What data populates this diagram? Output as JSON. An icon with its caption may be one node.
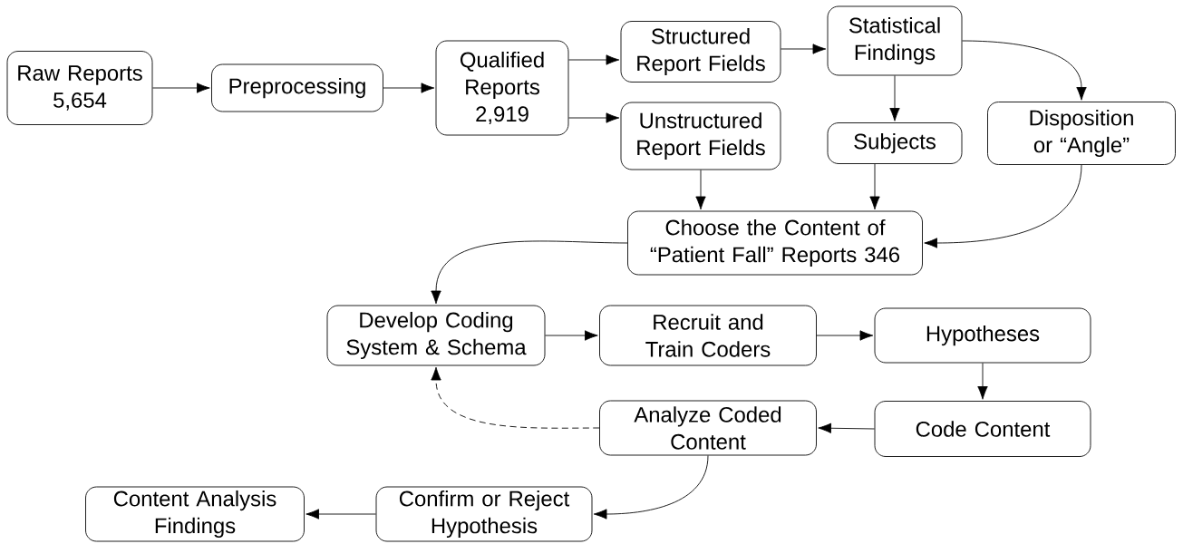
{
  "diagram": {
    "nodes": [
      {
        "text": [
          "Raw Reports 5,654"
        ]
      },
      {
        "text": [
          "Preprocessing"
        ]
      },
      {
        "text": [
          "Qualified Reports 2,919"
        ]
      },
      {
        "text": [
          "Structured Report Fields"
        ]
      },
      {
        "text": [
          "Statistical Findings"
        ]
      },
      {
        "text": [
          "Unstructured Report Fields"
        ]
      },
      {
        "text": [
          "Subjects"
        ]
      },
      {
        "text": [
          "Disposition or “Angle”"
        ]
      },
      {
        "text": [
          "Choose the Content of “Patient Fall” Reports 346"
        ]
      },
      {
        "text": [
          "Develop Coding System & Schema"
        ]
      },
      {
        "text": [
          "Recruit and Train Coders"
        ]
      },
      {
        "text": [
          "Hypotheses"
        ]
      },
      {
        "text": [
          "Code Content"
        ]
      },
      {
        "text": [
          "Analyze Coded Content"
        ]
      },
      {
        "text": [
          "Confirm or Reject Hypothesis"
        ]
      },
      {
        "text": [
          "Content Analysis Findings"
        ]
      }
    ],
    "edges": [
      {
        "from": 0,
        "to": 1,
        "arrow": "to"
      },
      {
        "from": 1,
        "to": 2,
        "arrow": "to"
      },
      {
        "from": 2,
        "to": 3,
        "arrow": "to"
      },
      {
        "from": 2,
        "to": 5,
        "arrow": "to"
      },
      {
        "from": 3,
        "to": 4,
        "arrow": "to"
      },
      {
        "from": 4,
        "to": 6,
        "arrow": "to"
      },
      {
        "from": 4,
        "to": 7,
        "arrow": "to"
      },
      {
        "from": 5,
        "to": 8,
        "arrow": "to"
      },
      {
        "from": 6,
        "to": 8,
        "arrow": "to"
      },
      {
        "from": 7,
        "to": 8,
        "arrow": "to"
      },
      {
        "from": 8,
        "to": 9,
        "arrow": "to"
      },
      {
        "from": 9,
        "to": 10,
        "arrow": "to"
      },
      {
        "from": 10,
        "to": 11,
        "arrow": "to"
      },
      {
        "from": 11,
        "to": 12,
        "arrow": "to"
      },
      {
        "from": 12,
        "to": 13,
        "arrow": "to"
      },
      {
        "from": 13,
        "to": 9,
        "arrow": "to",
        "style": "dashed"
      },
      {
        "from": 13,
        "to": 14,
        "arrow": "to"
      },
      {
        "from": 14,
        "to": 15,
        "arrow": "to"
      }
    ]
  }
}
